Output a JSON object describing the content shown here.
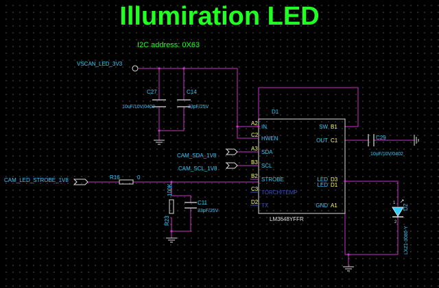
{
  "title": "Illumiration LED",
  "subtitle": "I2C address: 0X63",
  "colors": {
    "title": "#22ff22",
    "wire": "#cc33cc",
    "component": "#e0e0e0",
    "net_label": "#33ccff",
    "pin_number": "#ffff66",
    "value_text": "#33ccff",
    "pin_name": "#33ccff",
    "inactive_pin": "#3355cc"
  },
  "nets": {
    "vscan": "VSCAN_LED_3V3",
    "sda": "CAM_SDA_1V8",
    "scl": "CAM_SCL_1V8",
    "strobe": "CAM_LED_STROBE_1V8"
  },
  "components": {
    "c27": {
      "ref": "C27",
      "value": "10uF/10V/0402"
    },
    "c14": {
      "ref": "C14",
      "value": "33pF/25V"
    },
    "c29": {
      "ref": "C29",
      "value": "10uF/10V/0402"
    },
    "c11": {
      "ref": "C11",
      "value": "33pF/25V"
    },
    "r16": {
      "ref": "R16",
      "value": "0"
    },
    "r23": {
      "ref": "R23",
      "value": "100K"
    },
    "d2": {
      "ref": "D2",
      "value": "LXZ1-3080-Y"
    },
    "u1": {
      "ref": "D1",
      "part": "LM3648YFFR",
      "left_pins": [
        {
          "num": "A2",
          "name": "IN",
          "active": true
        },
        {
          "num": "C2",
          "name": "HWEN",
          "active": true
        },
        {
          "num": "A3",
          "name": "SDA",
          "active": true
        },
        {
          "num": "B3",
          "name": "SCL",
          "active": true
        },
        {
          "num": "B2",
          "name": "STROBE",
          "active": true
        },
        {
          "num": "C3",
          "name": "TORCH/TEMP",
          "active": false
        },
        {
          "num": "D2",
          "name": "TX",
          "active": false
        }
      ],
      "right_pins": [
        {
          "num": "B1",
          "name": "SW"
        },
        {
          "num": "C1",
          "name": "OUT"
        },
        {
          "num": "D3",
          "name": "LED"
        },
        {
          "num": "D1",
          "name": "LED"
        },
        {
          "num": "A1",
          "name": "GND"
        }
      ]
    }
  },
  "led_pin_labels": {
    "anode": "1",
    "cathode": "2"
  }
}
